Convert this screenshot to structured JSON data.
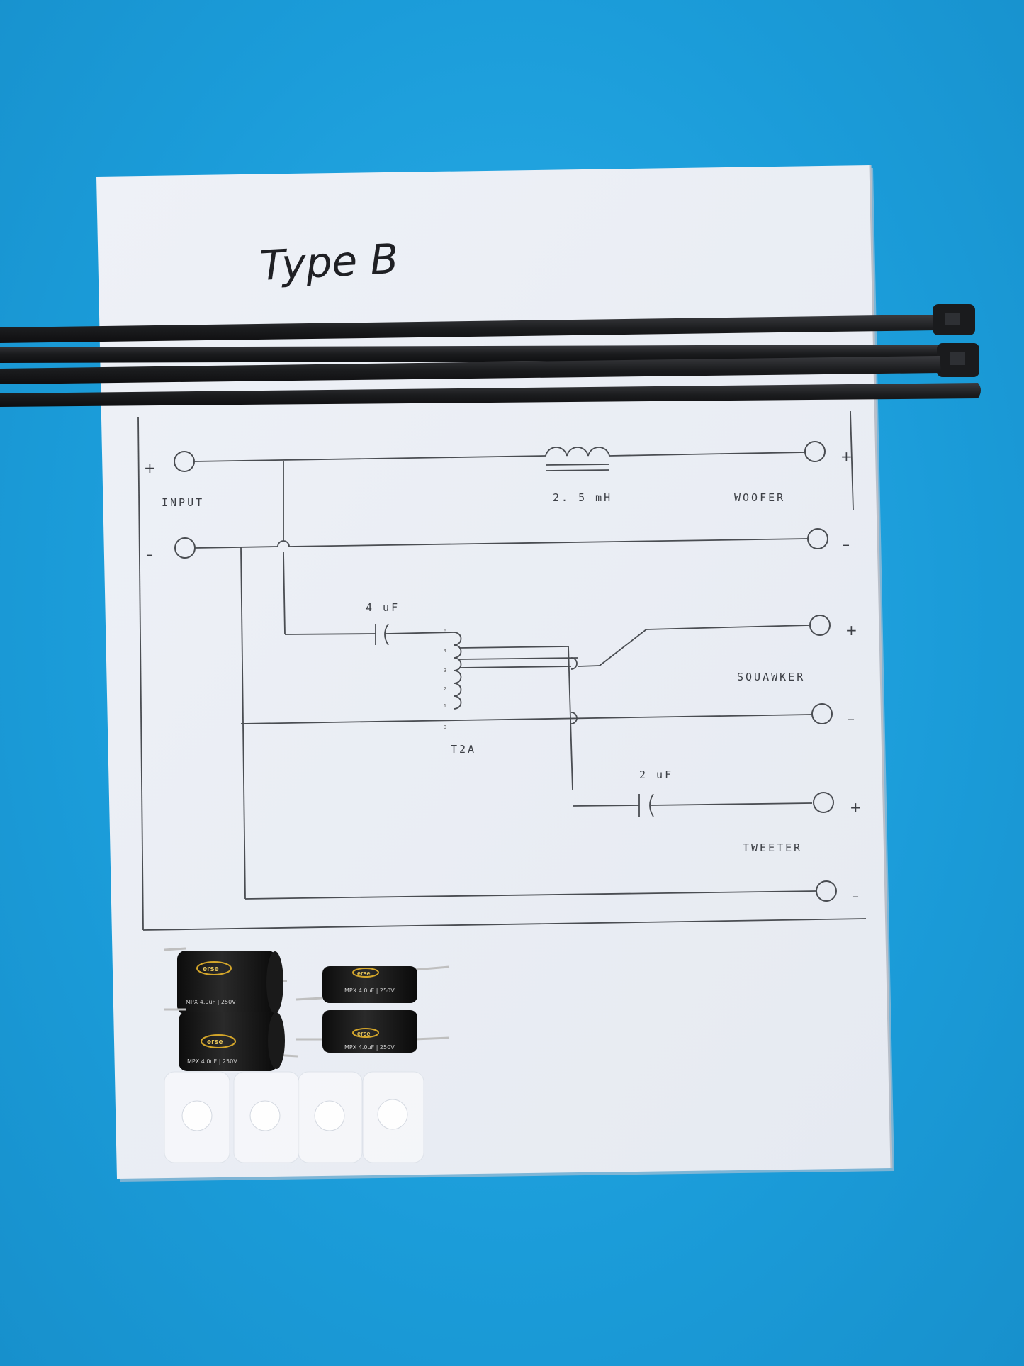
{
  "photo": {
    "handwritten_title": "Type B",
    "schematic": {
      "input_label": "INPUT",
      "inductor_label": "2. 5 mH",
      "woofer_label": "WOOFER",
      "cap1_label": "4 uF",
      "transformer_label": "T2A",
      "squawker_label": "SQUAWKER",
      "cap2_label": "2 uF",
      "tweeter_label": "TWEETER",
      "plus": "+",
      "minus": "–"
    },
    "capacitor_brand": "erse",
    "capacitor_marking": "MPX 4.0uF | 250V",
    "colors": {
      "background": "#1ea2de",
      "paper": "#f1f3f7",
      "cable_tie": "#1e1f22",
      "capacitor": "#141414"
    }
  }
}
